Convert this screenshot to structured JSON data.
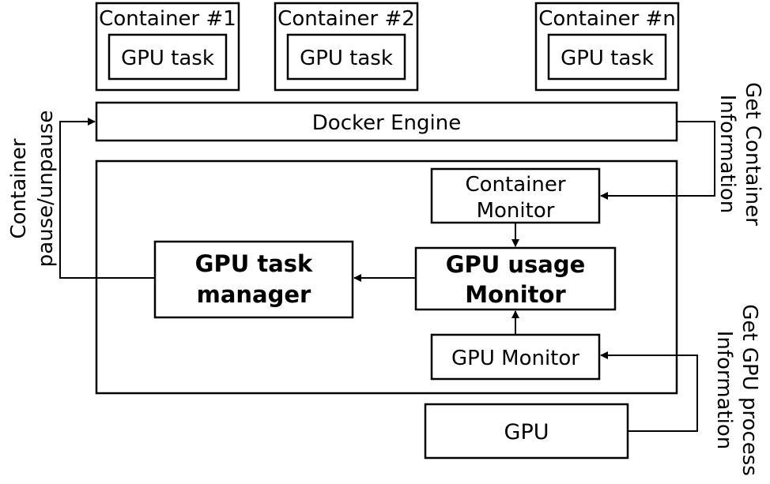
{
  "containers": [
    {
      "title": "Container #1",
      "task": "GPU task"
    },
    {
      "title": "Container #2",
      "task": "GPU task"
    },
    {
      "title": "Container #n",
      "task": "GPU task"
    }
  ],
  "docker_engine": "Docker Engine",
  "container_monitor": {
    "line1": "Container",
    "line2": "Monitor"
  },
  "gpu_usage_monitor": {
    "line1": "GPU usage",
    "line2": "Monitor"
  },
  "gpu_task_manager": {
    "line1": "GPU task",
    "line2": "manager"
  },
  "gpu_monitor": "GPU Monitor",
  "gpu": "GPU",
  "labels": {
    "pause": {
      "line1": "Container",
      "line2": "pause/unpause"
    },
    "container_info": {
      "line1": "Get Container",
      "line2": "Information"
    },
    "gpu_info": {
      "line1": "Get GPU process",
      "line2": "Information"
    }
  }
}
